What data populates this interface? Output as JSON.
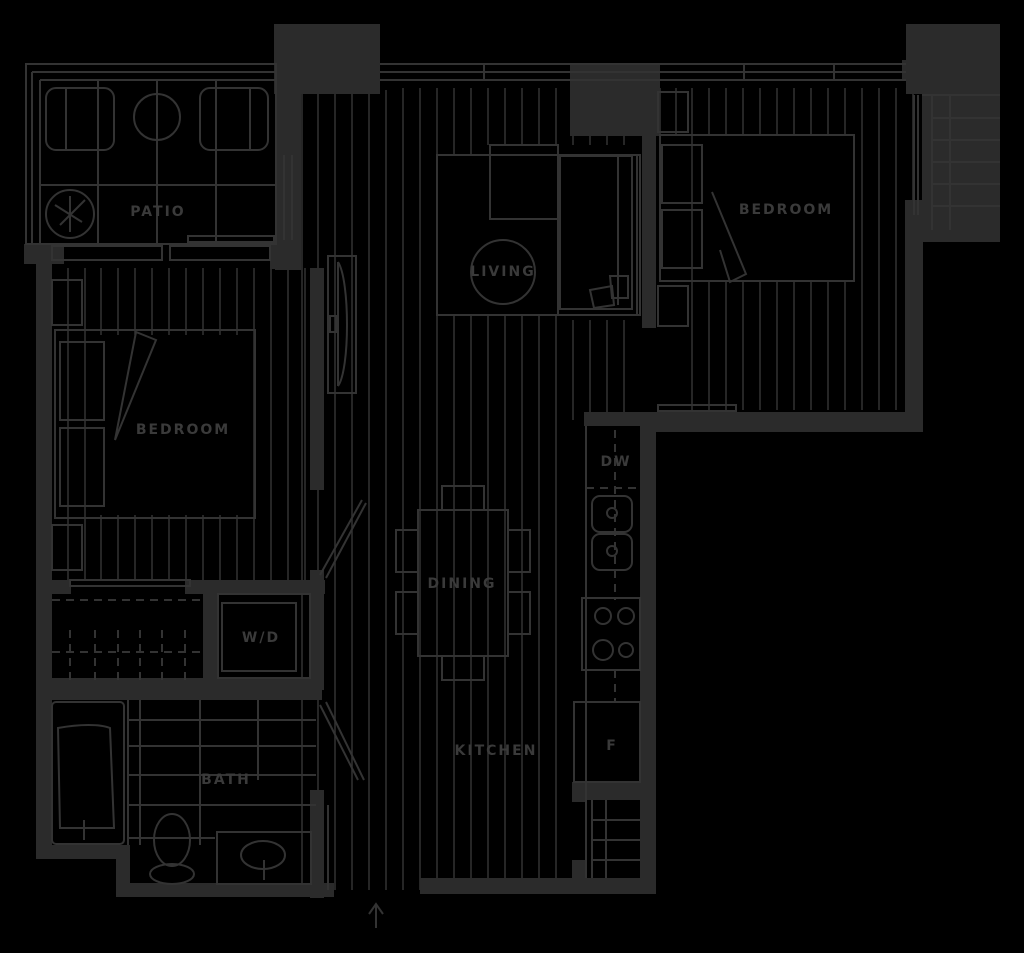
{
  "floor_plan": {
    "rooms": [
      {
        "id": "patio",
        "label": "PATIO"
      },
      {
        "id": "living",
        "label": "LIVING"
      },
      {
        "id": "bedroom_right",
        "label": "BEDROOM"
      },
      {
        "id": "bedroom_left",
        "label": "BEDROOM"
      },
      {
        "id": "dining",
        "label": "DINING"
      },
      {
        "id": "kitchen",
        "label": "KITCHEN"
      },
      {
        "id": "laundry",
        "label": "W/D"
      },
      {
        "id": "bath",
        "label": "BATH"
      },
      {
        "id": "dishwasher",
        "label": "DW"
      },
      {
        "id": "fridge",
        "label": "F"
      }
    ],
    "entry_icon": "arrow-up-icon",
    "colors": {
      "background": "#000000",
      "wall": "#2b2b2b",
      "line": "#333333",
      "text": "#3a3a3a"
    }
  }
}
